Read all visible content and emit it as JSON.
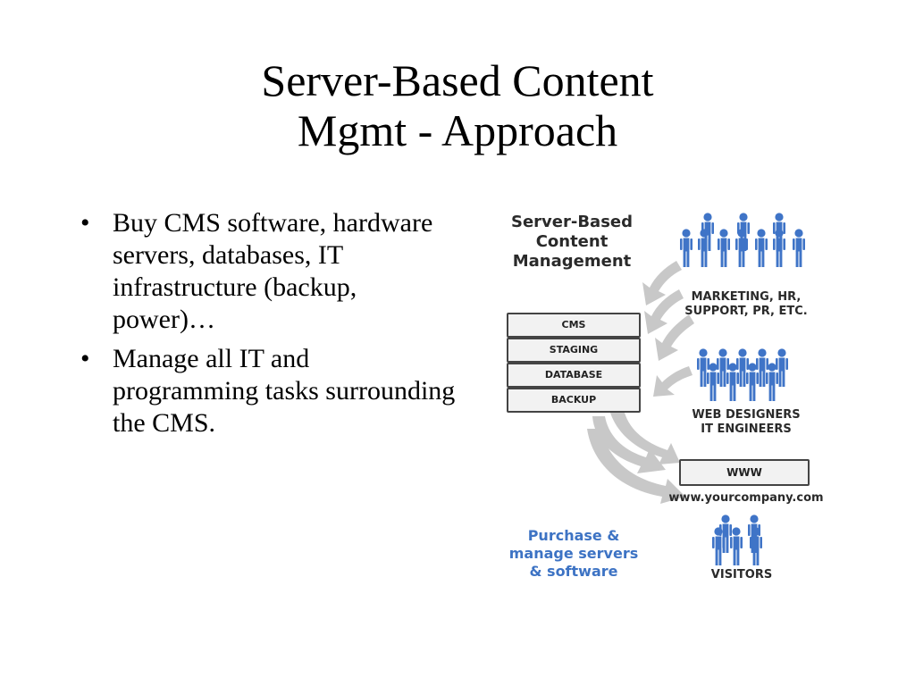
{
  "slide": {
    "title_line1": "Server-Based Content",
    "title_line2": "Mgmt - Approach",
    "bullets": [
      {
        "bullet": "•",
        "text": "Buy CMS software, hardware servers, databases, IT infrastructure (backup, power)…"
      },
      {
        "bullet": "•",
        "text": "Manage all IT and programming tasks surrounding the CMS."
      }
    ]
  },
  "diagram": {
    "title_lines": [
      "Server-Based",
      "Content",
      "Management"
    ],
    "stack_layers": [
      "CMS",
      "STAGING",
      "DATABASE",
      "BACKUP"
    ],
    "groups": {
      "marketing_lines": [
        "MARKETING, HR,",
        "SUPPORT, PR, ETC."
      ],
      "web_lines": [
        "WEB DESIGNERS",
        "IT ENGINEERS"
      ],
      "visitors": "VISITORS"
    },
    "www_label": "WWW",
    "url": "www.yourcompany.com",
    "note_lines": [
      "Purchase &",
      "manage servers",
      "& software"
    ],
    "colors": {
      "person": "#3f74c7",
      "arrow": "#c8c8c8",
      "note": "#3d73c4"
    }
  }
}
